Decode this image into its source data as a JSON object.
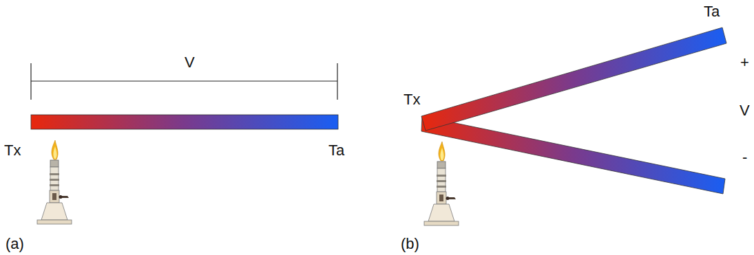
{
  "diagram": {
    "labels": [
      "V",
      "Tx",
      "Ta",
      "(a)",
      "Ta",
      "Tx",
      "+",
      "V",
      "-",
      "(b)"
    ]
  }
}
